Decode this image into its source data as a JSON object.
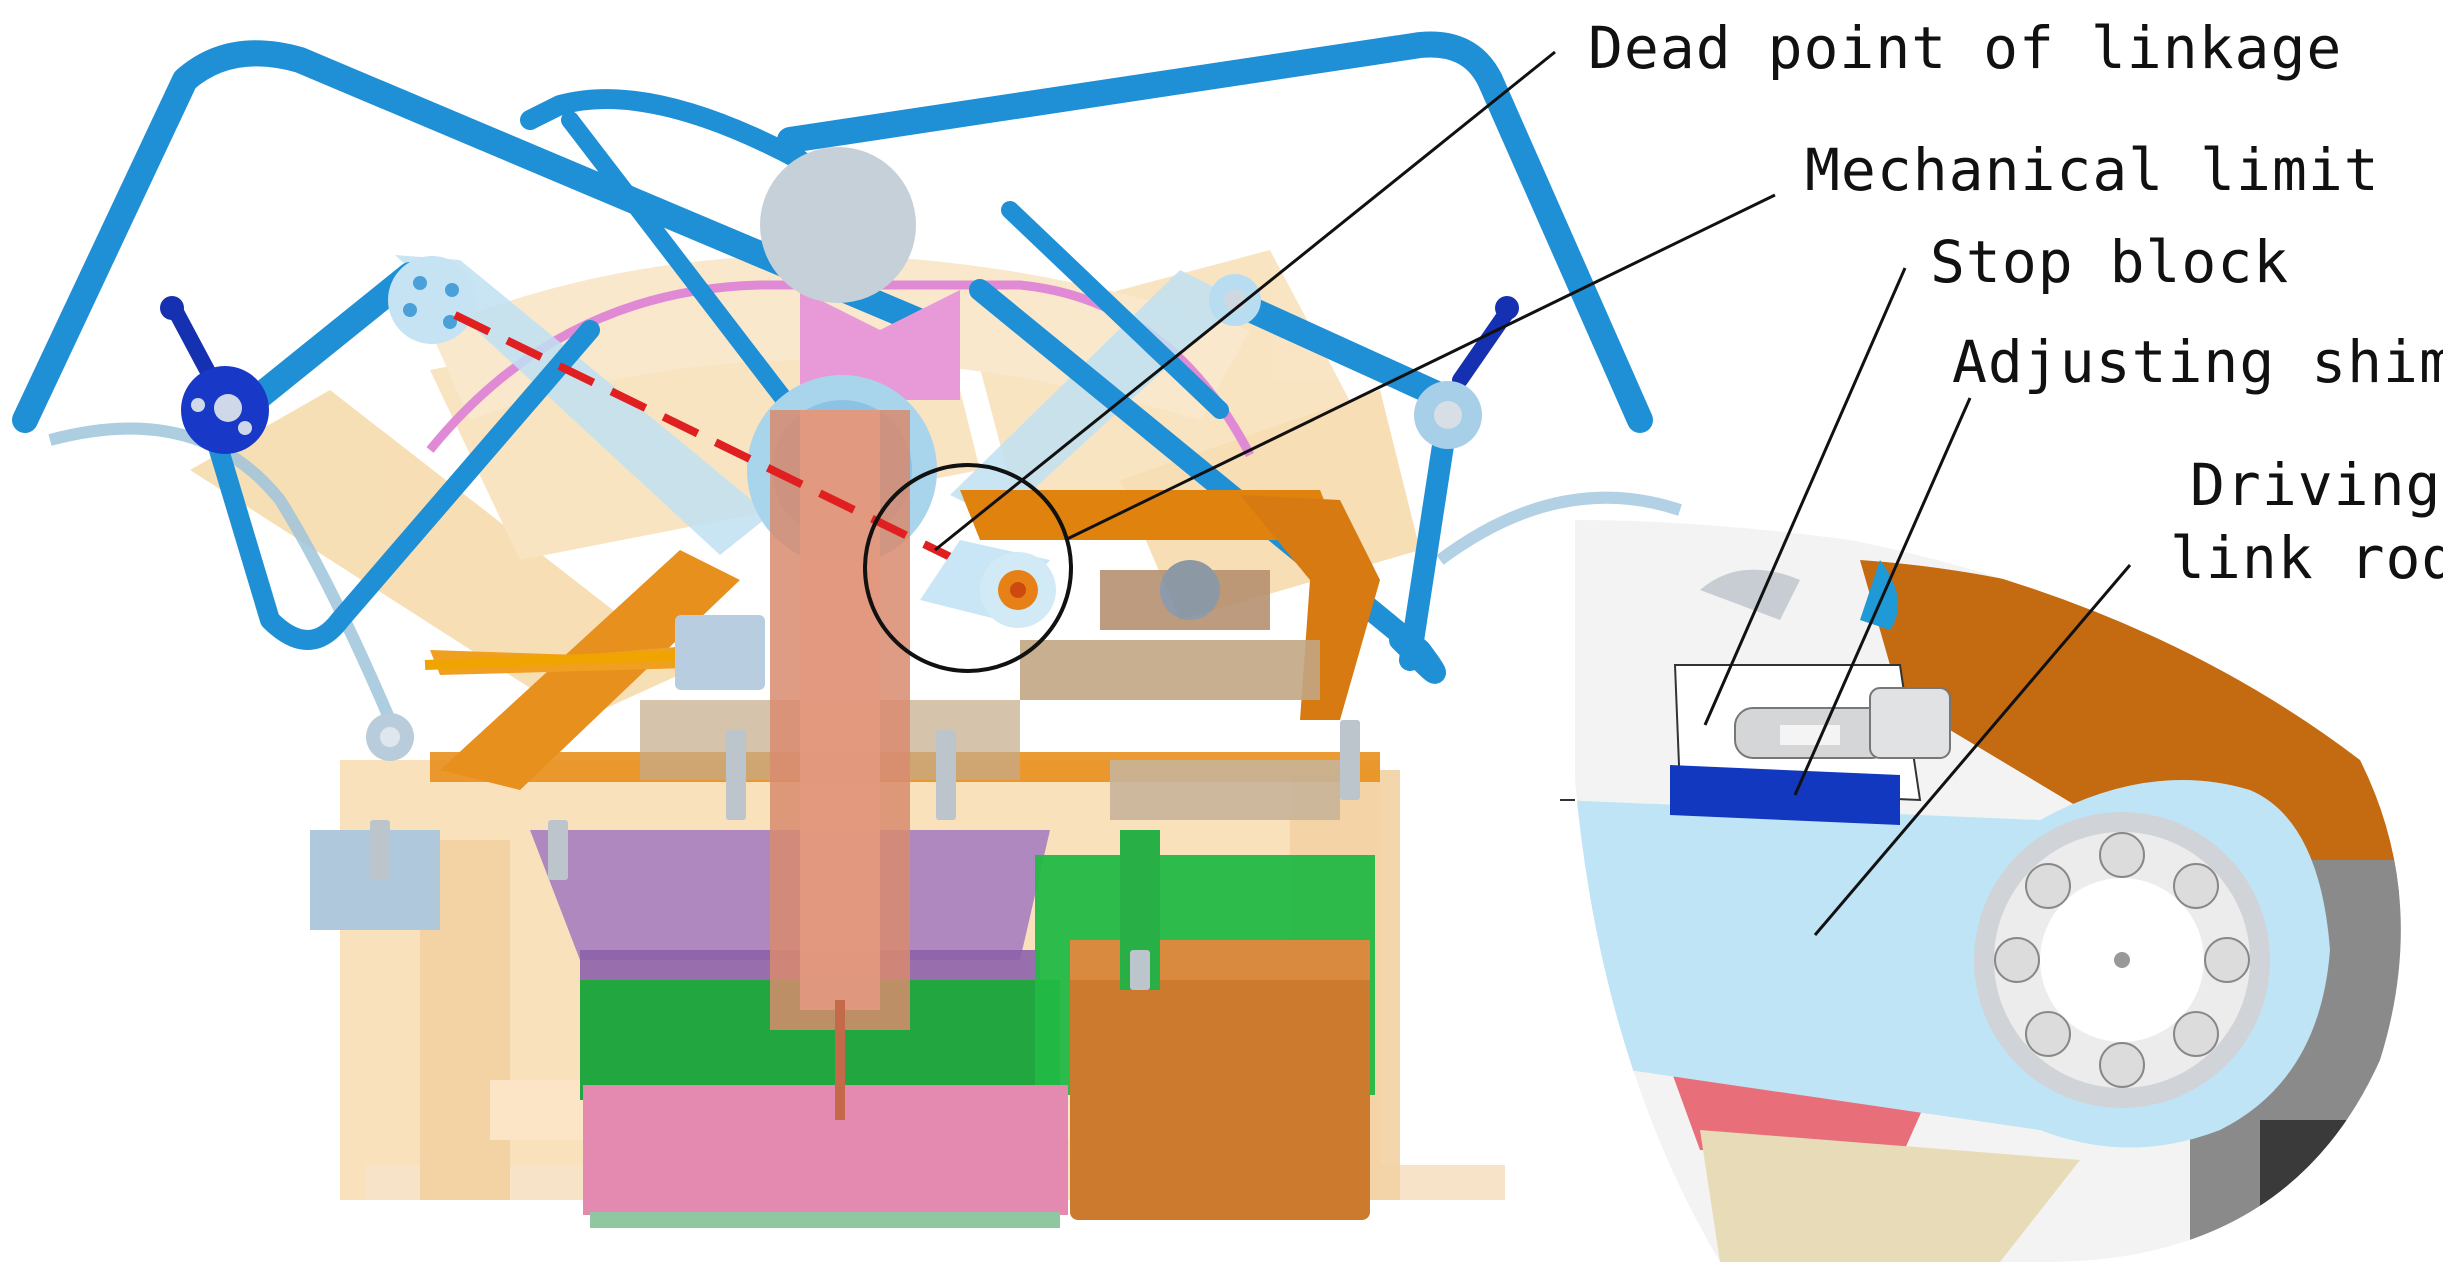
{
  "labels": {
    "dead_point": "Dead point of linkage",
    "mechanical_limit": "Mechanical limit",
    "stop_block": "Stop block",
    "adjusting_shim": "Adjusting shim",
    "driving_line1": "Driving",
    "driving_line2": "link rod"
  },
  "colors": {
    "frame_blue": "#1f8fd6",
    "light_blue": "#b3dcf0",
    "peach": "#f8dcb0",
    "orange": "#e0800e",
    "copper": "#d88b6e",
    "green": "#1fa83a",
    "bronze": "#cc7b2e",
    "pink": "#e48ab0",
    "purple": "#a07ab8",
    "red_dashed": "#e02020",
    "dark_orange": "#c46a10"
  }
}
